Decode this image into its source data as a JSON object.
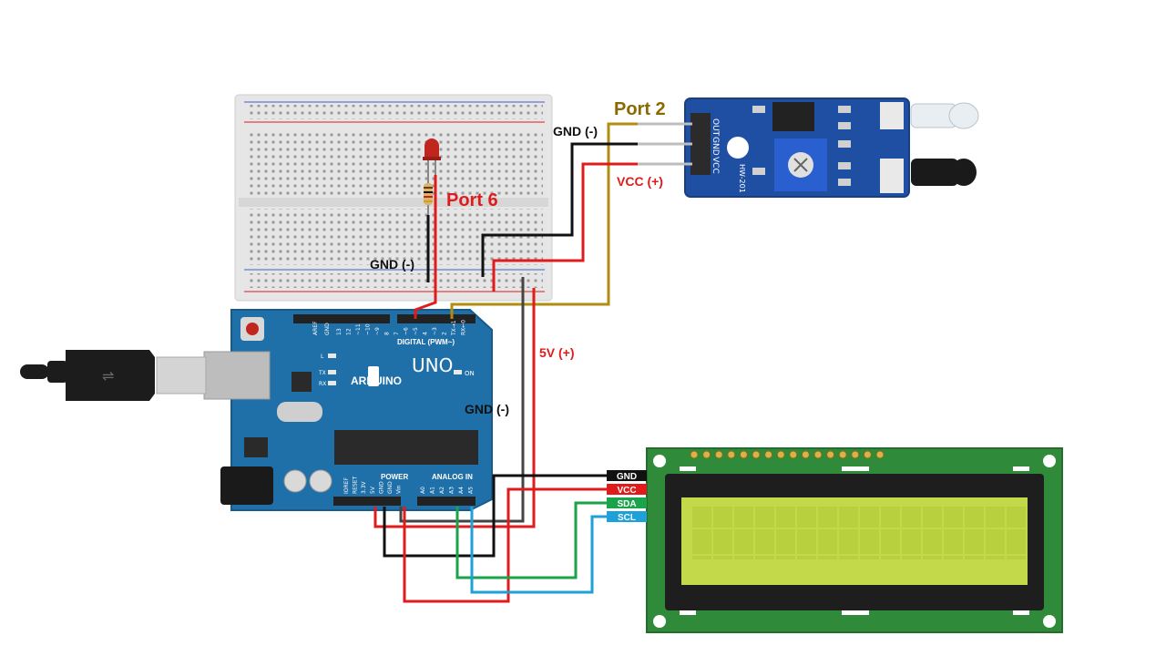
{
  "labels": {
    "port2": "Port 2",
    "port6": "Port 6",
    "gnd_sensor": "GND (-)",
    "vcc_sensor": "VCC (+)",
    "gnd_breadboard": "GND (-)",
    "v5": "5V (+)",
    "gnd_arduino": "GND (-)"
  },
  "lcd_pins": {
    "gnd": "GND",
    "vcc": "VCC",
    "sda": "SDA",
    "scl": "SCL"
  },
  "arduino": {
    "brand": "ARDUINO",
    "model": "UNO",
    "digital_label": "DIGITAL (PWM~)",
    "power_label": "POWER",
    "analog_label": "ANALOG IN",
    "on_label": "ON",
    "l_label": "L",
    "tx_label": "TX",
    "rx_label": "RX",
    "aref": "AREF",
    "gnd": "GND",
    "digital_pins": [
      "13",
      "12",
      "~11",
      "~10",
      "~9",
      "8",
      "7",
      "~6",
      "~5",
      "4",
      "~3",
      "2",
      "TX→1",
      "RX←0"
    ],
    "power_pins": [
      "IOREF",
      "RESET",
      "3.3V",
      "5V",
      "GND",
      "GND",
      "Vin"
    ],
    "analog_pins": [
      "A0",
      "A1",
      "A2",
      "A3",
      "A4",
      "A5"
    ]
  },
  "sensor": {
    "pins": [
      "OUT",
      "GND",
      "VCC"
    ],
    "model": "HW-201"
  },
  "colors": {
    "board_blue": "#1f6fa8",
    "lcd_green": "#2f8a3a",
    "lcd_screen": "#c4d94a",
    "wire_red": "#e01b1b",
    "wire_black": "#111111",
    "wire_gold": "#b08c12",
    "wire_green": "#1aa34a",
    "wire_blue": "#1ea0d8",
    "port2_text": "#8a6a00",
    "port_red_text": "#e01b1b"
  }
}
